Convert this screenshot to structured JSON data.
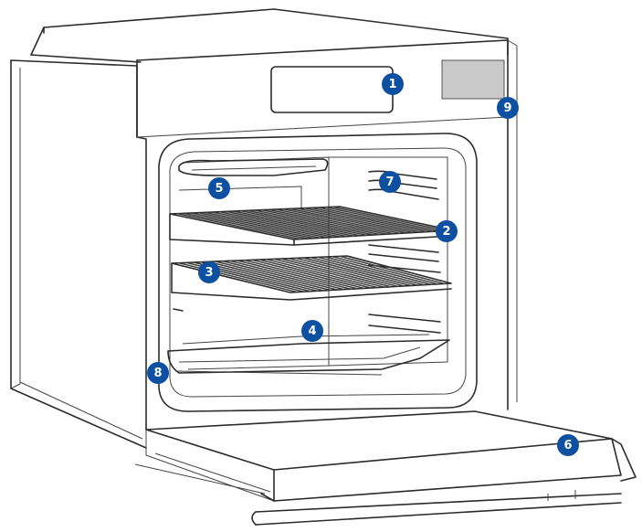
{
  "callouts": [
    {
      "label": "1"
    },
    {
      "label": "2"
    },
    {
      "label": "3"
    },
    {
      "label": "4"
    },
    {
      "label": "5"
    },
    {
      "label": "6"
    },
    {
      "label": "7"
    },
    {
      "label": "8"
    },
    {
      "label": "9"
    }
  ],
  "colors": {
    "badge": "#0d4fa0",
    "line": "#2b2b2b",
    "panel_shade": "#c9c9c9"
  }
}
